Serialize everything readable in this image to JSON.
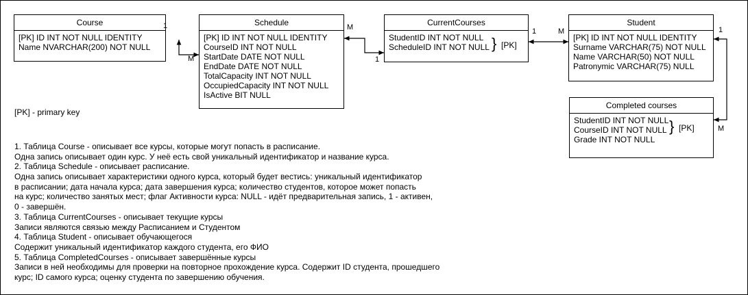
{
  "tables": {
    "course": {
      "title": "Course",
      "fields": [
        "[PK] ID INT NOT NULL IDENTITY",
        "Name NVARCHAR(200) NOT NULL"
      ]
    },
    "schedule": {
      "title": "Schedule",
      "fields": [
        "[PK] ID INT NOT NULL IDENTITY",
        "CourseID INT NOT NULL",
        "StartDate DATE NOT NULL",
        "EndDate DATE NOT NULL",
        "TotalCapacity INT NOT NULL",
        "OccupiedCapacity INT NOT NULL",
        "IsActive BIT NULL"
      ]
    },
    "current_courses": {
      "title": "CurrentCourses",
      "fields": [
        "StudentID INT NOT NULL",
        "ScheduleID INT NOT NULL"
      ],
      "pk_note": "[PK]"
    },
    "student": {
      "title": "Student",
      "fields": [
        "[PK] ID INT NOT NULL IDENTITY",
        "Surname VARCHAR(75) NOT NULL",
        "Name VARCHAR(50) NOT NULL",
        "Patronymic VARCHAR(75) NULL"
      ]
    },
    "completed_courses": {
      "title": "Completed courses",
      "fields": [
        "StudentID INT NOT NULL",
        "CourseID INT NOT NULL",
        "Grade INT NOT NULL"
      ],
      "pk_note": "[PK]"
    }
  },
  "relations": {
    "course_schedule": {
      "from": "1",
      "to": "M"
    },
    "schedule_current": {
      "from": "M",
      "to": "1"
    },
    "current_student": {
      "from": "1",
      "to": "M"
    },
    "student_completed": {
      "from": "1",
      "to": "M"
    }
  },
  "legend": "[PK] - primary key",
  "notes": [
    "1. Таблица Course - описывает все курсы, которые могут попасть в расписание.",
    "Одна запись описывает один курс. У неё есть свой уникальный идентификатор и название курса.",
    "2. Таблица Schedule - описывает расписание.",
    "Одна запись описывает характеристики одного курса, который будет вестись: уникальный идентификатор",
    "в расписании; дата начала курса; дата завершения курса; количество студентов, которое может попасть",
    "на курс; количество занятых мест; флаг Активности курса: NULL - идёт предварительная запись, 1 - активен,",
    "0 - завершён.",
    "3. Таблица CurrentCourses - описывает текущие курсы",
    "Записи являются связью между Расписанием и Студентом",
    "4. Таблица Student - описывает обучающегося",
    "Содержит уникальный идентификатор каждого студента, его ФИО",
    "5. Таблица CompletedCourses - описывает завершённые курсы",
    "Записи в ней необходимы для проверки на повторное прохождение курса. Содержит ID студента, прошедшего",
    "курс; ID самого курса; оценку студента по завершению обучения."
  ]
}
